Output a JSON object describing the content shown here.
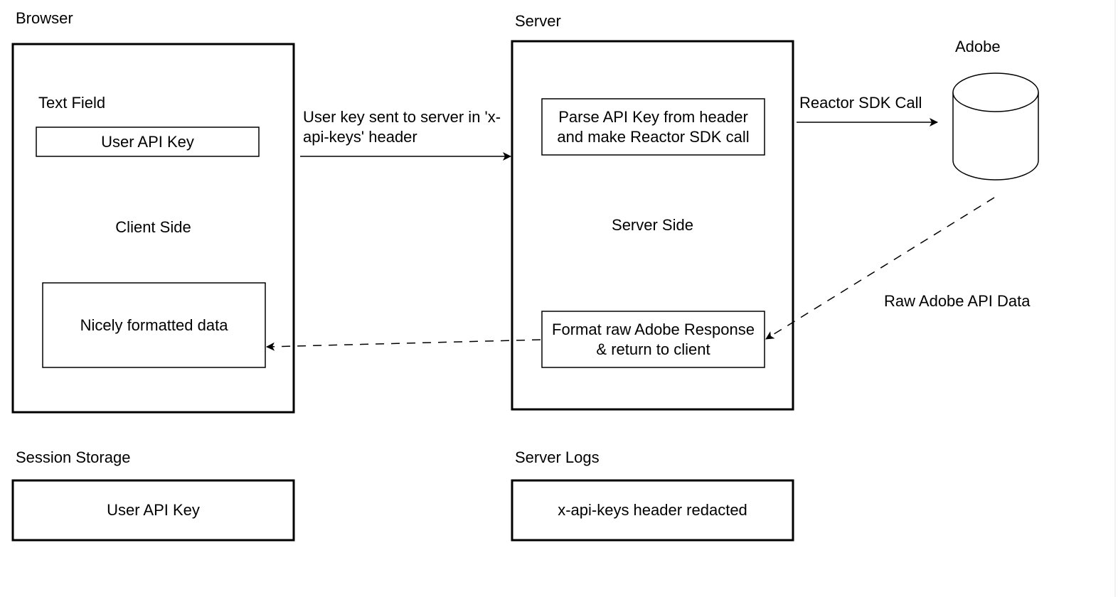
{
  "browser": {
    "title": "Browser",
    "text_field_label": "Text Field",
    "api_key_input": "User API Key",
    "side_label": "Client Side",
    "formatted_data_box": "Nicely formatted data"
  },
  "server": {
    "title": "Server",
    "parse_box": "Parse API Key from header and make Reactor SDK call",
    "side_label": "Server Side",
    "format_box": "Format raw Adobe Response & return to client"
  },
  "adobe": {
    "title": "Adobe",
    "icon": "database-cylinder-icon"
  },
  "arrows": {
    "client_to_server": "User key sent to server in 'x-api-keys' header",
    "server_to_adobe": "Reactor SDK Call",
    "adobe_to_server": "Raw Adobe API Data"
  },
  "session_storage": {
    "title": "Session Storage",
    "value": "User API Key"
  },
  "server_logs": {
    "title": "Server Logs",
    "value": "x-api-keys header redacted"
  }
}
